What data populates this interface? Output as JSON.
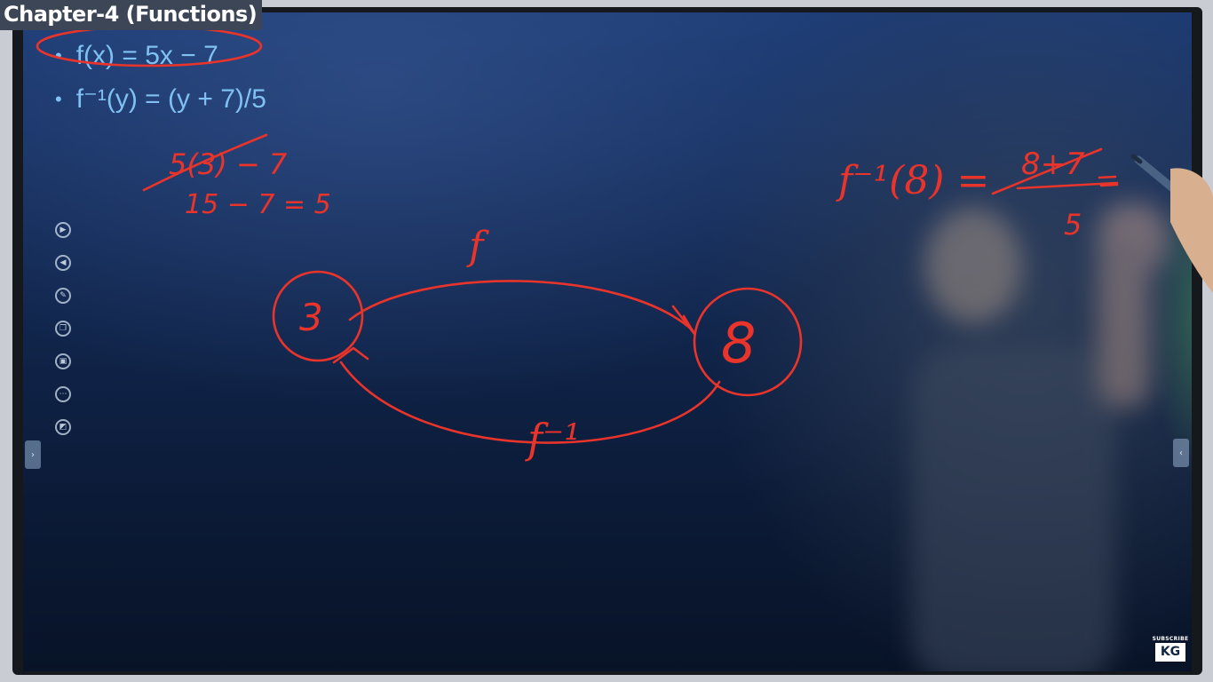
{
  "header": {
    "chapter_title": "Chapter-4 (Functions)"
  },
  "slide": {
    "bullets": [
      {
        "bullet": "•",
        "text": "f(x) = 5x − 7"
      },
      {
        "bullet": "•",
        "text": "f⁻¹(y) = (y + 7)/5"
      }
    ]
  },
  "handwriting": {
    "calc_line1": "5(3) − 7",
    "calc_line2": "15 − 7 = 5",
    "domain_value": "3",
    "codomain_value": "8",
    "forward_label": "f",
    "inverse_label": "f⁻¹",
    "inverse_eval": "f⁻¹(8) =",
    "numerator": "8+7",
    "denominator": "5",
    "ink_color": "#e8342a"
  },
  "toolbar": {
    "icons": [
      "play-forward-icon",
      "play-back-icon",
      "pen-icon",
      "copy-icon",
      "image-icon",
      "more-icon",
      "shapes-icon"
    ]
  },
  "side_tabs": {
    "left_arrow": "›",
    "right_arrow": "‹"
  },
  "logo": {
    "subscribe": "SUBSCRIBE",
    "brand": "KG"
  },
  "colors": {
    "formula_text": "#7ec1f2",
    "board_background": "#132a55",
    "title_bg": "#3c4656"
  }
}
